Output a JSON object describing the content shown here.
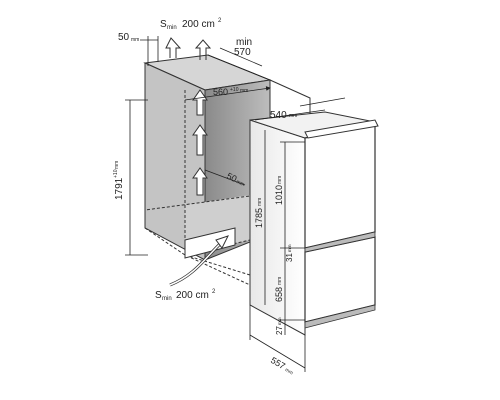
{
  "labels": {
    "top_gap": "50",
    "top_gap_unit": "mm",
    "vent_top_prefix": "S",
    "vent_top_sub": "min",
    "vent_top_value": "200 cm",
    "vent_top_exp": "2",
    "min_label": "min",
    "niche_depth": "570",
    "niche_width": "560",
    "niche_width_tol": "+10",
    "niche_width_unit": "mm",
    "appliance_width": "540",
    "appliance_width_unit": "mm",
    "niche_height": "1791",
    "niche_height_tol": "+10",
    "niche_height_unit": "mm",
    "inner_gap": "50",
    "inner_gap_unit": "mm",
    "appliance_height": "1785",
    "appliance_height_unit": "mm",
    "upper_door": "1010",
    "upper_door_unit": "mm",
    "door_gap": "31",
    "door_gap_unit": "mm",
    "lower_door": "658",
    "lower_door_unit": "mm",
    "bottom_gap": "27",
    "bottom_gap_unit": "mm",
    "appliance_depth": "557",
    "appliance_depth_unit": "mm",
    "vent_bottom_prefix": "S",
    "vent_bottom_sub": "min",
    "vent_bottom_value": "200 cm",
    "vent_bottom_exp": "2"
  }
}
